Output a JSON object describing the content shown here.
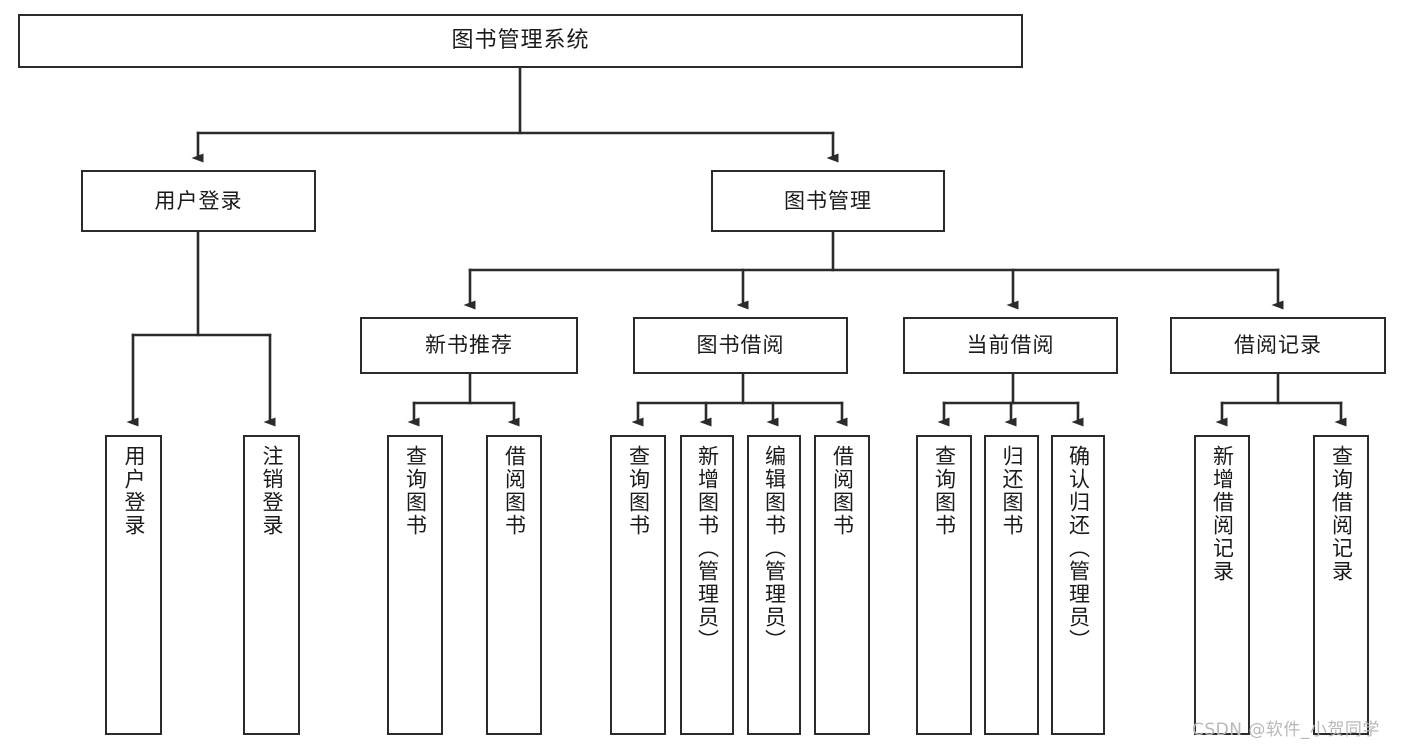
{
  "diagram": {
    "title": "图书管理系统",
    "type": "tree",
    "root": {
      "label": "图书管理系统"
    },
    "level2": [
      {
        "id": "user-login",
        "label": "用户登录"
      },
      {
        "id": "book-manage",
        "label": "图书管理"
      }
    ],
    "level3": [
      {
        "id": "new-book-recommend",
        "label": "新书推荐",
        "parent": "book-manage"
      },
      {
        "id": "book-borrow",
        "label": "图书借阅",
        "parent": "book-manage"
      },
      {
        "id": "current-borrow",
        "label": "当前借阅",
        "parent": "book-manage"
      },
      {
        "id": "borrow-record",
        "label": "借阅记录",
        "parent": "book-manage"
      }
    ],
    "leaves": [
      {
        "id": "leaf-user-login",
        "label": "用户登录",
        "parent": "user-login"
      },
      {
        "id": "leaf-logout",
        "label": "注销登录",
        "parent": "user-login"
      },
      {
        "id": "leaf-query-book-1",
        "label": "查询图书",
        "parent": "new-book-recommend"
      },
      {
        "id": "leaf-borrow-book-1",
        "label": "借阅图书",
        "parent": "new-book-recommend"
      },
      {
        "id": "leaf-query-book-2",
        "label": "查询图书",
        "parent": "book-borrow"
      },
      {
        "id": "leaf-add-book",
        "label": "新增图书（管理员）",
        "parent": "book-borrow"
      },
      {
        "id": "leaf-edit-book",
        "label": "编辑图书（管理员）",
        "parent": "book-borrow"
      },
      {
        "id": "leaf-borrow-book-2",
        "label": "借阅图书",
        "parent": "book-borrow"
      },
      {
        "id": "leaf-query-book-3",
        "label": "查询图书",
        "parent": "current-borrow"
      },
      {
        "id": "leaf-return-book",
        "label": "归还图书",
        "parent": "current-borrow"
      },
      {
        "id": "leaf-confirm-return",
        "label": "确认归还（管理员）",
        "parent": "current-borrow"
      },
      {
        "id": "leaf-add-record",
        "label": "新增借阅记录",
        "parent": "borrow-record"
      },
      {
        "id": "leaf-query-record",
        "label": "查询借阅记录",
        "parent": "borrow-record"
      }
    ],
    "colors": {
      "box_border": "#2b2b2b",
      "box_fill": "#ffffff",
      "connector": "#2b2b2b",
      "text": "#1b1b1b",
      "background": "#ffffff",
      "watermark": "#b9b9b9"
    }
  },
  "watermark": {
    "text": "CSDN @软件_小贺同学"
  }
}
